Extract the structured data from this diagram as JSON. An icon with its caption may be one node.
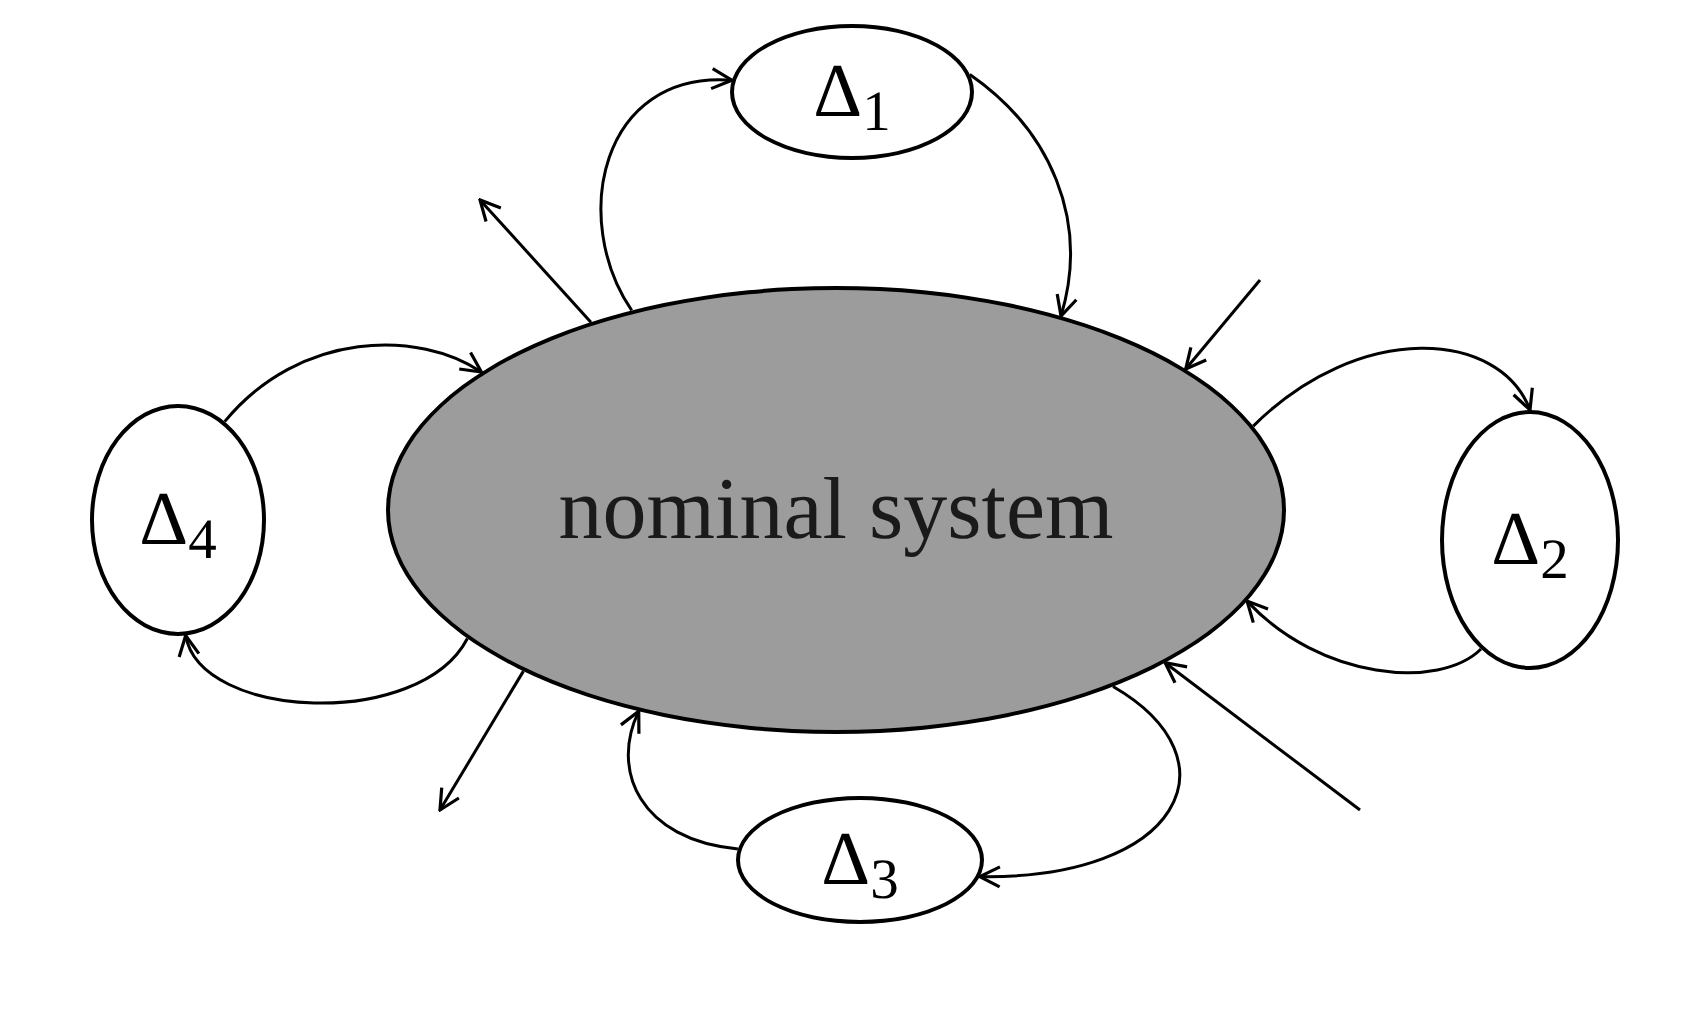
{
  "diagram": {
    "nodes": [
      {
        "text": [
          "nominal system"
        ]
      },
      {
        "text": [
          "Δ$_{1}$"
        ]
      },
      {
        "text": [
          "Δ$_{2}$"
        ]
      },
      {
        "text": [
          "Δ$_{3}$"
        ]
      },
      {
        "text": [
          "Δ$_{4}$"
        ]
      }
    ],
    "edges": [
      {
        "from": 0,
        "to": 1,
        "arrow": "to"
      },
      {
        "from": 1,
        "to": 0,
        "arrow": "to"
      },
      {
        "from": 0,
        "to": 2,
        "arrow": "to"
      },
      {
        "from": 2,
        "to": 0,
        "arrow": "to"
      },
      {
        "from": 3,
        "to": 0,
        "arrow": "to"
      },
      {
        "from": 0,
        "to": 3,
        "arrow": "to"
      },
      {
        "from": 4,
        "to": 0,
        "arrow": "to"
      },
      {
        "from": 0,
        "to": 4,
        "arrow": "to"
      },
      {
        "from": null,
        "to": 0,
        "arrow": "to"
      },
      {
        "from": null,
        "to": 0,
        "arrow": "to"
      },
      {
        "from": 0,
        "to": null,
        "arrow": "to"
      },
      {
        "from": 0,
        "to": null,
        "arrow": "to"
      }
    ]
  }
}
